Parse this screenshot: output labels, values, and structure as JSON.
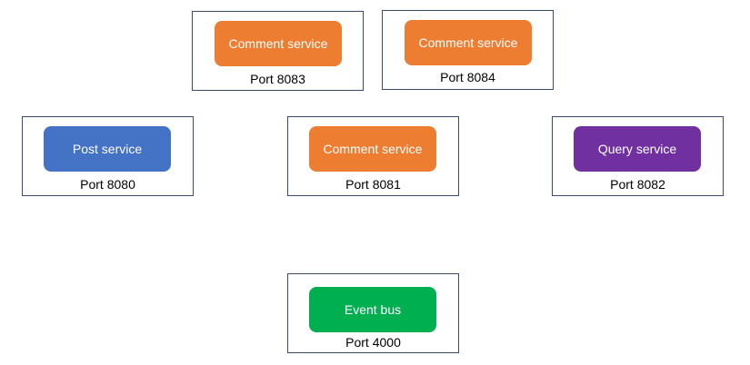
{
  "colors": {
    "comment": "#ED7D31",
    "post": "#4472C4",
    "query": "#7030A0",
    "event_bus": "#00B050",
    "border": "#3B4A6B"
  },
  "nodes": {
    "comment_8083": {
      "label": "Comment service",
      "port": "Port 8083"
    },
    "comment_8084": {
      "label": "Comment service",
      "port": "Port 8084"
    },
    "post_8080": {
      "label": "Post service",
      "port": "Port 8080"
    },
    "comment_8081": {
      "label": "Comment service",
      "port": "Port 8081"
    },
    "query_8082": {
      "label": "Query service",
      "port": "Port 8082"
    },
    "event_bus_4000": {
      "label": "Event bus",
      "port": "Port 4000"
    }
  }
}
